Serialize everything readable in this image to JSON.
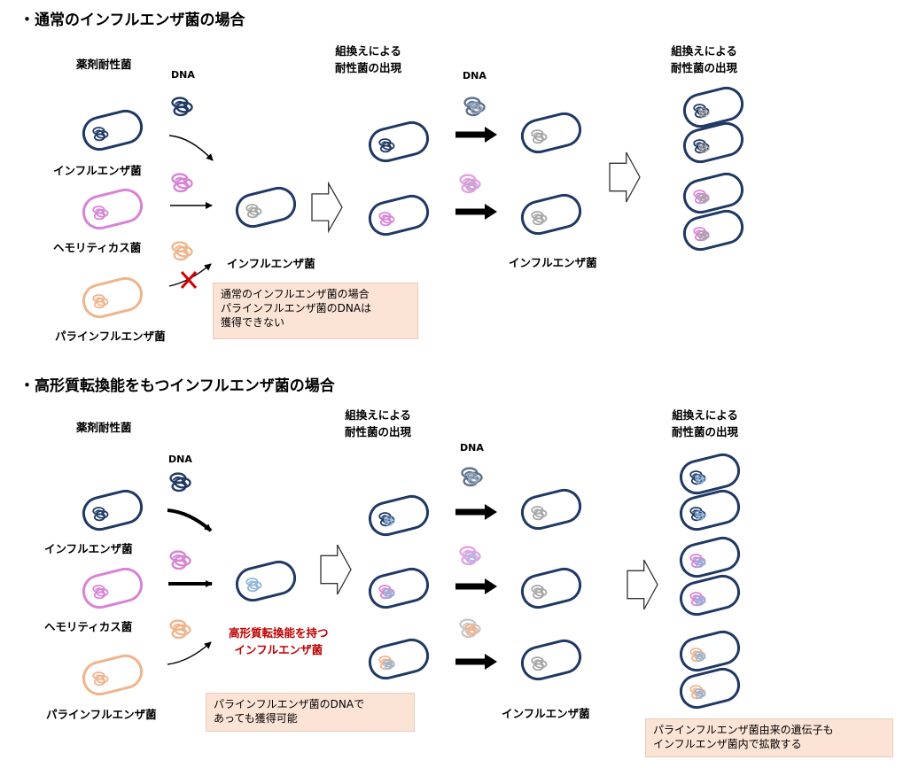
{
  "top": {
    "heading": "・通常のインフルエンザ菌の場合",
    "drug_resistant": "薬剤耐性菌",
    "dna1": "DNA",
    "dna2": "DNA",
    "influenza": "インフルエンザ菌",
    "hemolyticus": "ヘモリティカス菌",
    "parainfluenza": "パラインフルエンザ菌",
    "center_label": "インフルエンザ菌",
    "recomb1": [
      "組換えによる",
      "耐性菌の出現"
    ],
    "recomb2": [
      "組換えによる",
      "耐性菌の出現"
    ],
    "result_label": "インフルエンザ菌",
    "note": [
      "通常のインフルエンザ菌の場合",
      "パラインフルエンザ菌のDNAは",
      "獲得できない"
    ]
  },
  "bottom": {
    "heading": "・高形質転換能をもつインフルエンザ菌の場合",
    "drug_resistant": "薬剤耐性菌",
    "dna1": "DNA",
    "dna2": "DNA",
    "influenza": "インフルエンザ菌",
    "hemolyticus": "ヘモリティカス菌",
    "parainfluenza": "パラインフルエンザ菌",
    "center_label": [
      "高形質転換能を持つ",
      "インフルエンザ菌"
    ],
    "recomb1": [
      "組換えによる",
      "耐性菌の出現"
    ],
    "recomb2": [
      "組換えによる",
      "耐性菌の出現"
    ],
    "result_label": "インフルエンザ菌",
    "note1": [
      "パラインフルエンザ菌のDNAで",
      "あっても獲得可能"
    ],
    "note2": [
      "パラインフルエンザ菌由来の遺伝子も",
      "インフルエンザ菌内で拡散する"
    ]
  },
  "colors": {
    "influenza_navy": "#1f3864",
    "hemolyticus_pink": "#d883d6",
    "parainfluenza_peach": "#f0b48c",
    "center_gray": "#a6a6a6",
    "center_light_blue": "#8fb4d9",
    "block_red": "#d00000",
    "note_bg": "#fbe3d6"
  }
}
